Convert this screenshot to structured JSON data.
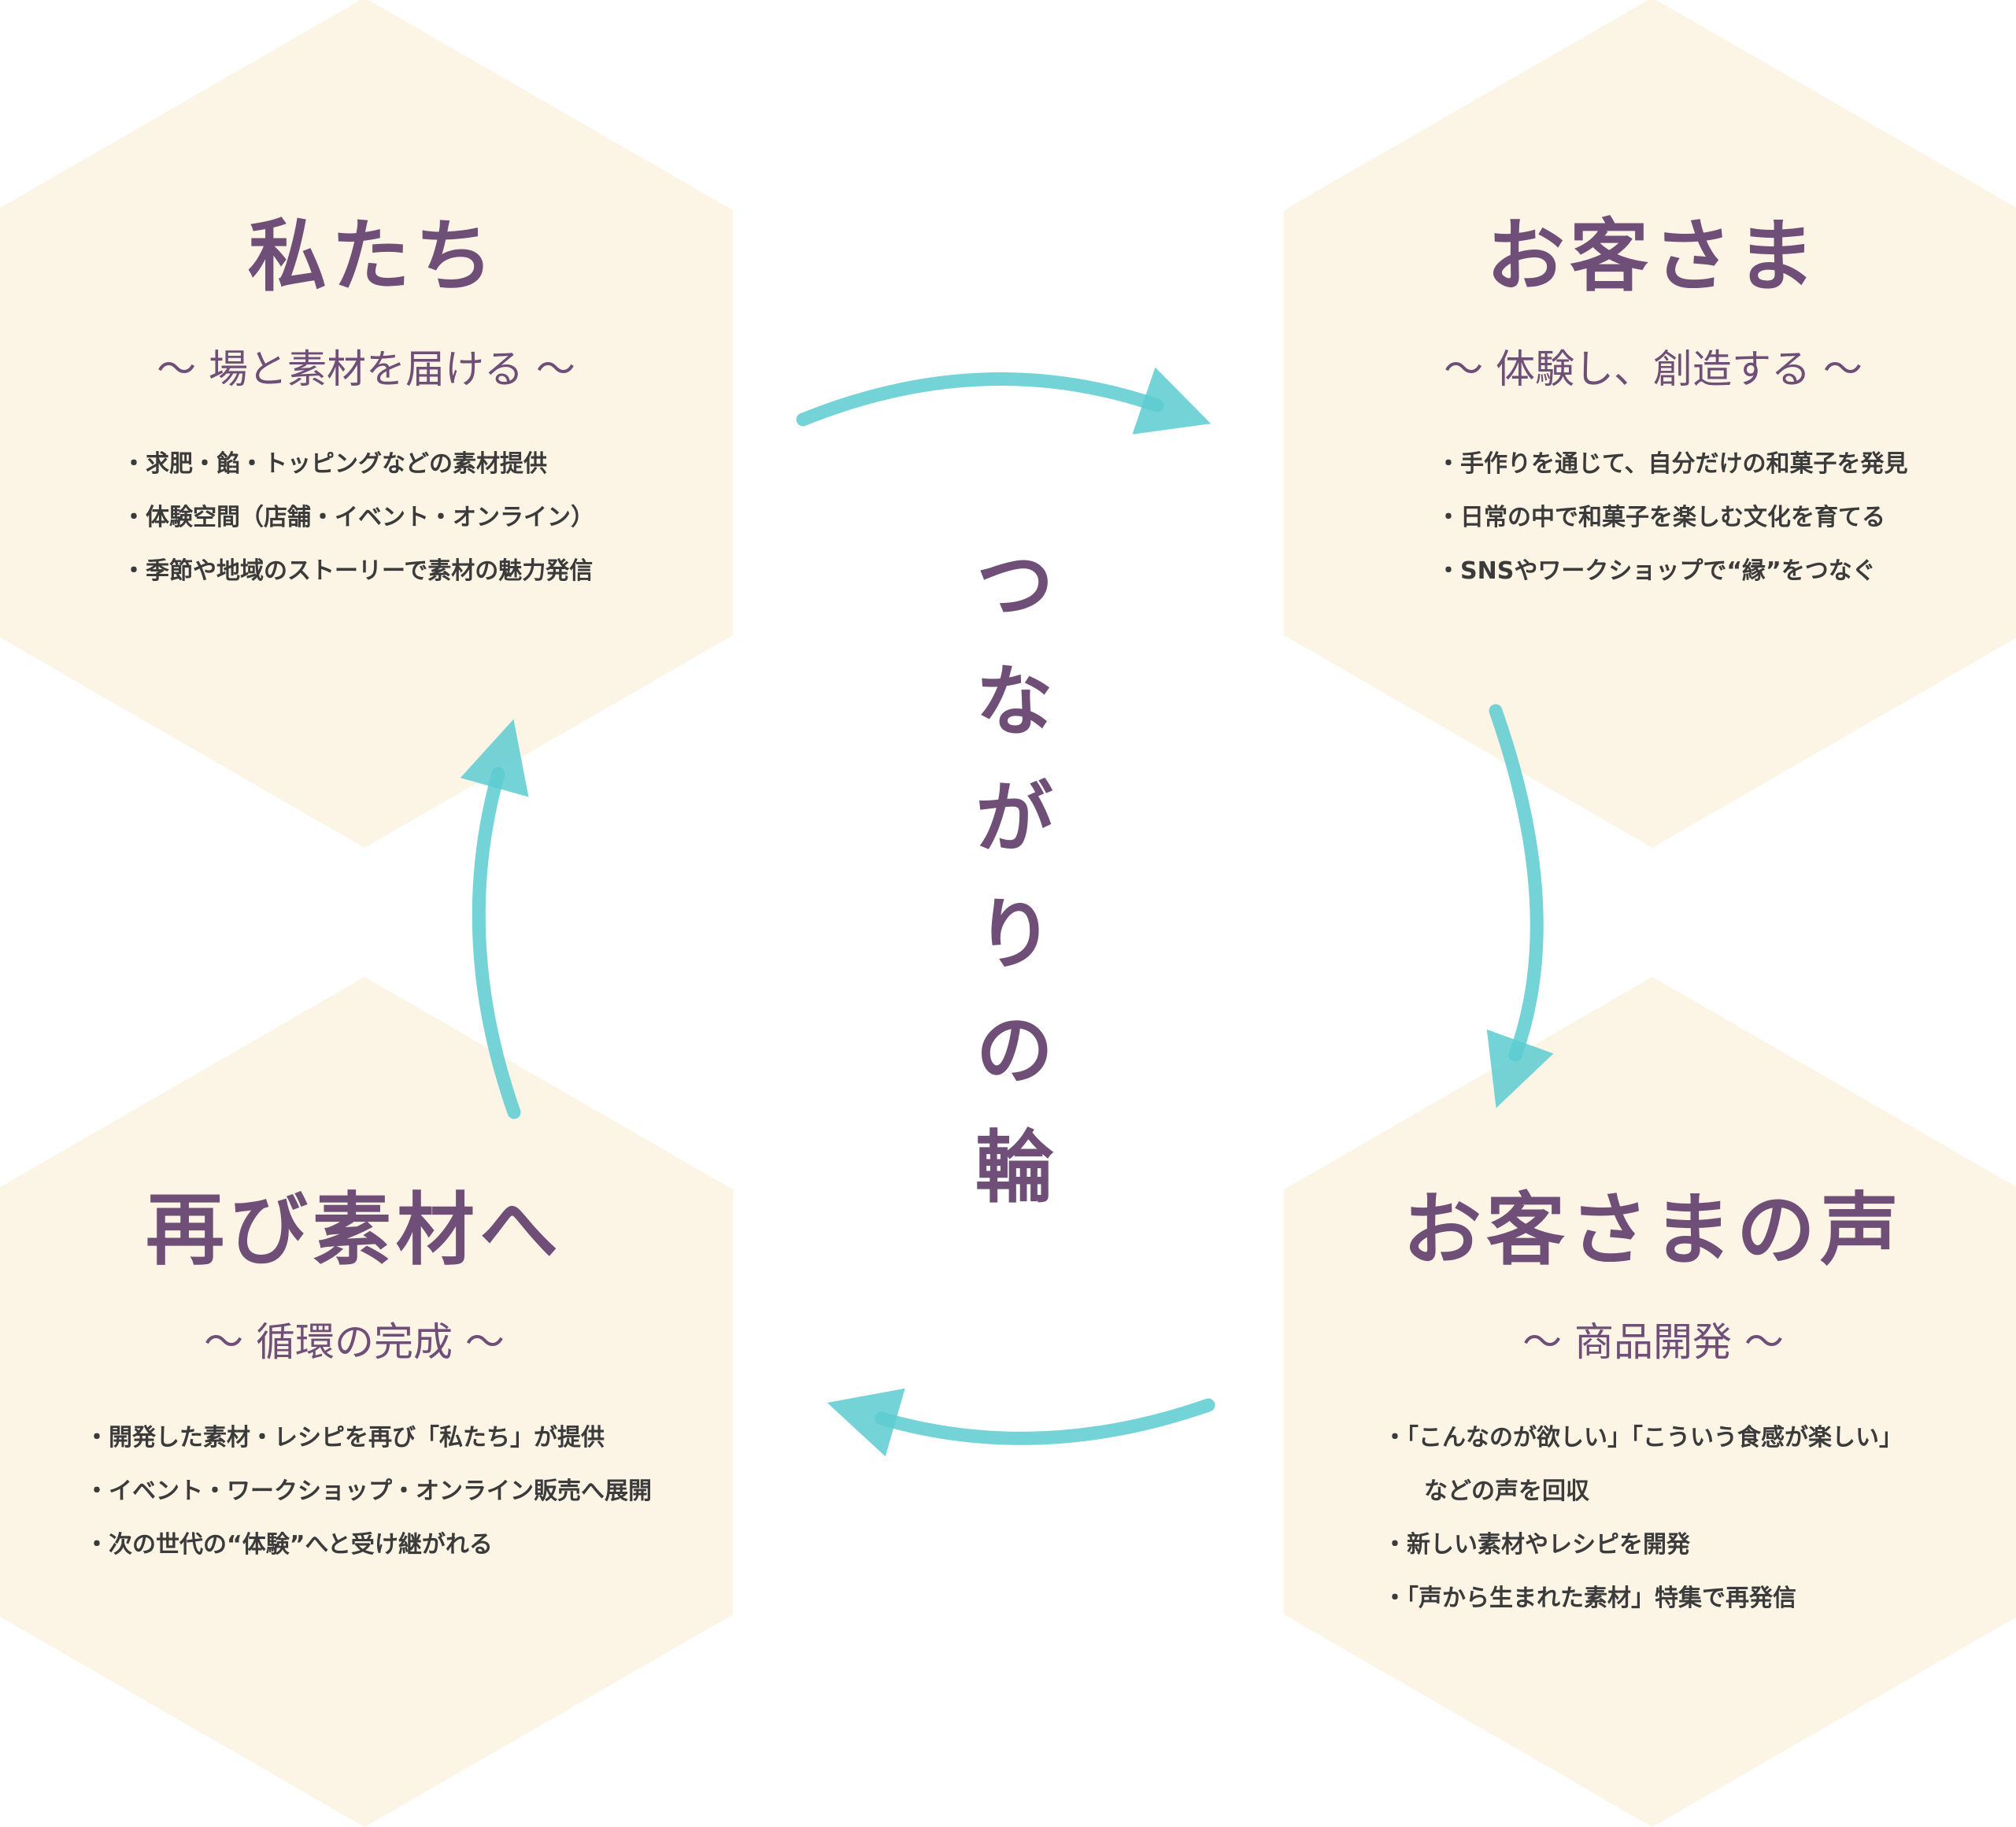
{
  "center": {
    "title": "つながりの輪"
  },
  "arrow_color": "#5ccbd0",
  "title_color": "#6f4f77",
  "hexagon_fill": "#fcf5e6",
  "nodes": {
    "top_left": {
      "title": "私たち",
      "subtitle": "～ 場と素材を届ける ～",
      "bullets": [
        "・求肥・餡・トッピングなどの素材提供",
        "・体験空間（店舗・イベント・オンライン）",
        "・季節や地域のストーリーで素材の魅力発信"
      ]
    },
    "top_right": {
      "title": "お客さま",
      "subtitle": "～ 体験し、創造する ～",
      "bullets": [
        "・手作りを通じて、自分だけの和菓子を発見",
        "・日常の中で和菓子を楽しむ文化を育てる",
        "・SNSやワークショップで“縁”をつなぐ"
      ]
    },
    "bottom_left": {
      "title": "再び素材へ",
      "subtitle": "～ 循環の完成 ～",
      "bullets": [
        "・開発した素材・レシピを再び「私たち」が提供",
        "・イベント・ワークショップ・オンライン販売へ展開",
        "・次の世代の“体験”へと受け継がれる"
      ]
    },
    "bottom_right": {
      "title": "お客さまの声",
      "subtitle": "～ 商品開発 ～",
      "bullets": [
        "・「こんなのが欲しい」「こういう食感が楽しい」",
        "などの声を回収",
        "・新しい素材やレシピを開発",
        "・「声から生まれた素材」特集で再発信"
      ]
    }
  }
}
